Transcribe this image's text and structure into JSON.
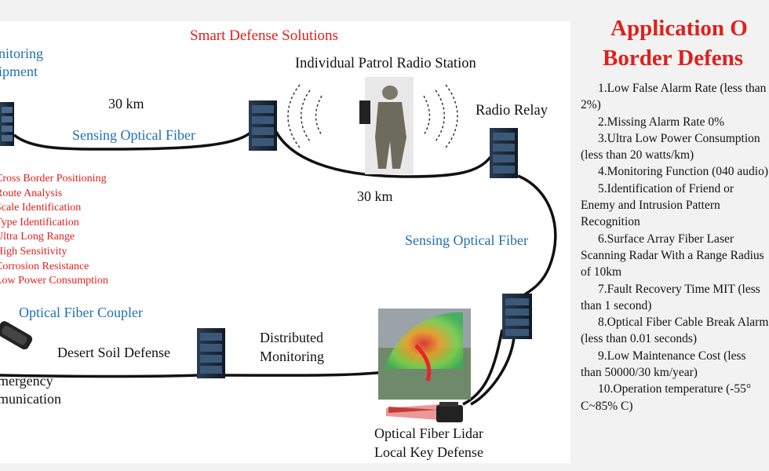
{
  "diagram": {
    "title": "Smart Defense Solutions",
    "labels": {
      "monitoring_equipment": [
        "nitoring",
        "ipment"
      ],
      "distance_top_left": "30 km",
      "distance_middle": "30 km",
      "sensing_fiber_top": "Sensing Optical Fiber",
      "sensing_fiber_right": "Sensing Optical Fiber",
      "patrol_radio": "Individual Patrol Radio Station",
      "radio_relay": "Radio Relay",
      "fiber_coupler": "Optical Fiber Coupler",
      "desert_soil": "Desert Soil Defense",
      "distributed_monitoring": [
        "Distributed",
        "Monitoring"
      ],
      "emergency_communication": [
        "mergency",
        "munication"
      ],
      "lidar": [
        "Optical Fiber Lidar",
        "Local Key Defense"
      ]
    },
    "features": [
      "Cross Border Positioning",
      "Route Analysis",
      "Scale Identification",
      "Type Identification",
      "Ultra Long Range",
      "High Sensitivity",
      "Corrosion Resistance",
      "Low Power Consumption"
    ]
  },
  "side_panel": {
    "title_lines": [
      "Application O",
      "Border Defens"
    ],
    "items": [
      "1.Low False Alarm Rate (less than 2%)",
      "2.Missing Alarm Rate 0%",
      "3.Ultra Low Power Consumption (less than 20 watts/km)",
      "4.Monitoring Function (040 audio)",
      "5.Identification of Friend or Enemy and Intrusion Pattern Recognition",
      "6.Surface Array Fiber Laser Scanning Radar With a Range Radius of 10km",
      "7.Fault Recovery Time MIT (less than 1 second)",
      "8.Optical Fiber Cable Break Alarm (less than 0.01 seconds)",
      "9.Low Maintenance Cost (less than 50000/30 km/year)",
      "10.Operation temperature (-55° C~85% C)"
    ]
  },
  "colors": {
    "title_red": "#e0201c",
    "label_blue": "#1f6fb2",
    "cable": "#111111",
    "equipment": "#1b2a3a"
  }
}
